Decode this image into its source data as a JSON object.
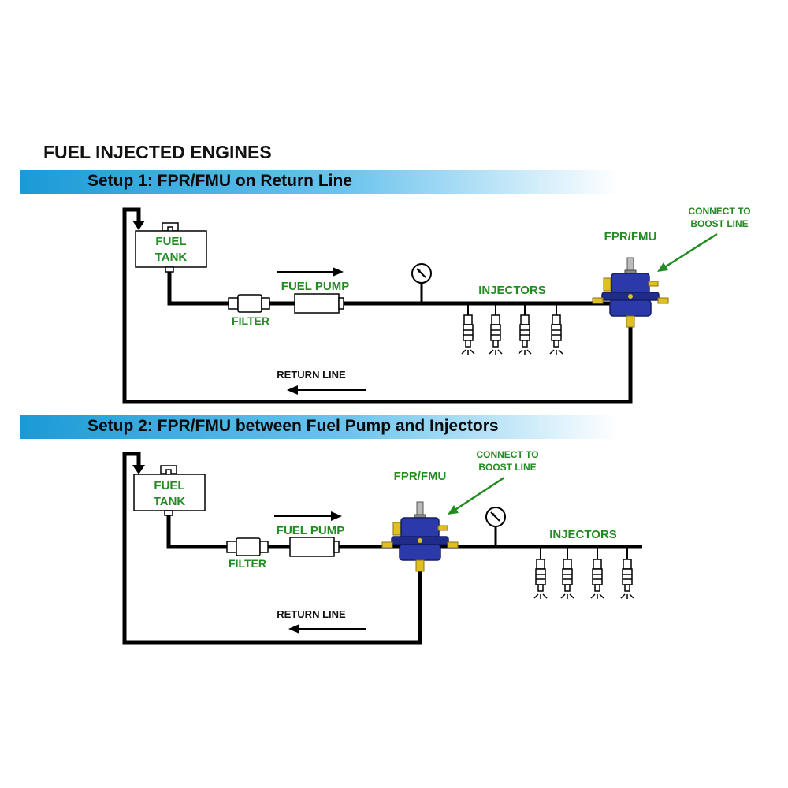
{
  "title": "FUEL INJECTED ENGINES",
  "colors": {
    "banner": "#1a9ad6",
    "label_green": "#228b22",
    "regulator_blue": "#2b3aa8",
    "fitting_gold": "#e0c020"
  },
  "setups": [
    {
      "heading": "Setup 1: FPR/FMU on Return Line",
      "labels": {
        "fuel": "FUEL",
        "tank": "TANK",
        "filter": "FILTER",
        "fuel_pump": "FUEL PUMP",
        "injectors": "INJECTORS",
        "fpr_fmu": "FPR/FMU",
        "connect_to": "CONNECT TO",
        "boost_line": "BOOST LINE",
        "return_line": "RETURN LINE"
      }
    },
    {
      "heading": "Setup 2: FPR/FMU between Fuel Pump and Injectors",
      "labels": {
        "fuel": "FUEL",
        "tank": "TANK",
        "filter": "FILTER",
        "fuel_pump": "FUEL PUMP",
        "injectors": "INJECTORS",
        "fpr_fmu": "FPR/FMU",
        "connect_to": "CONNECT TO",
        "boost_line": "BOOST LINE",
        "return_line": "RETURN LINE"
      }
    }
  ],
  "icons": [
    "pressure-gauge-icon",
    "fuel-injector-icon",
    "fuel-pressure-regulator-icon",
    "flow-arrow-icon"
  ]
}
